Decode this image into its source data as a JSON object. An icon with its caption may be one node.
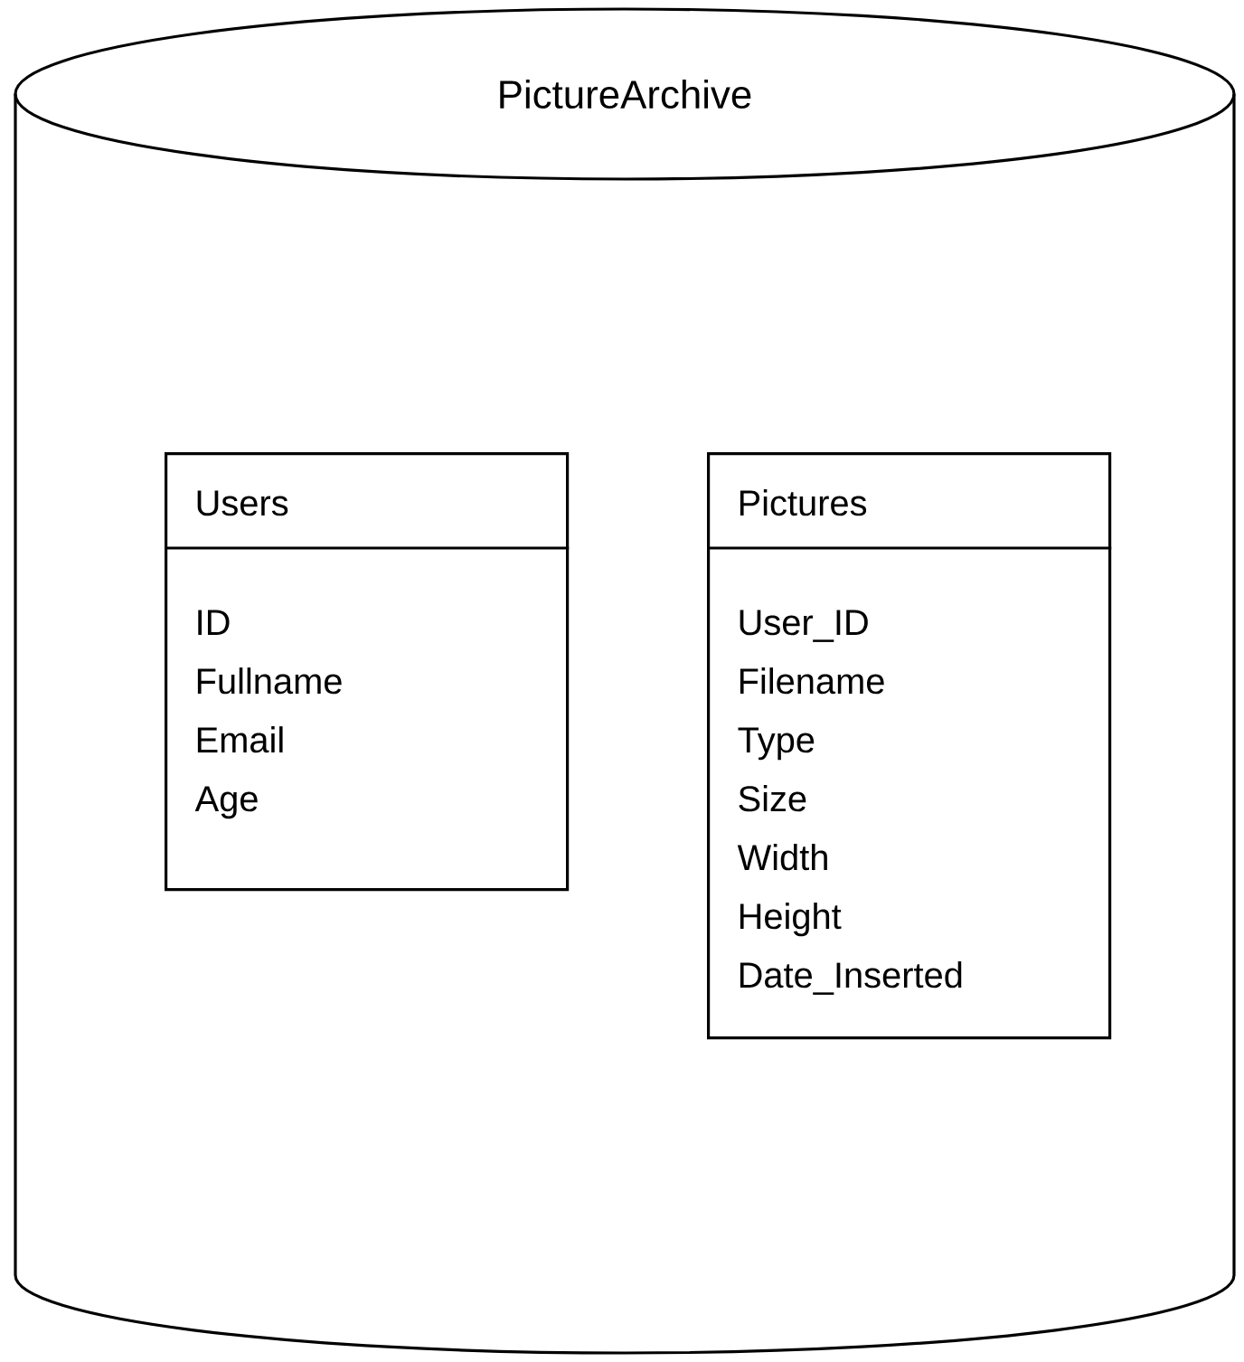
{
  "diagram": {
    "nodes": [
      {
        "text": [
          "PictureArchive"
        ]
      },
      {
        "text": [
          "Users",
          "ID",
          "Fullname",
          "Email",
          "Age"
        ],
        "in": 0
      },
      {
        "text": [
          "Pictures",
          "User_ID",
          "Filename",
          "Type",
          "Size",
          "Width",
          "Height",
          "Date_Inserted"
        ],
        "in": 0
      }
    ],
    "edges": []
  }
}
